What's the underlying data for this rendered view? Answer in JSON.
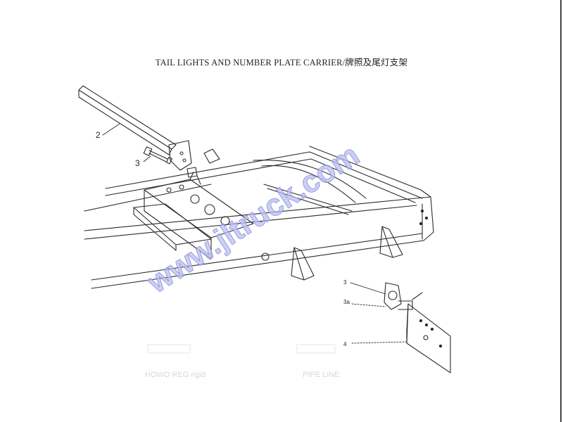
{
  "diagram": {
    "title": "TAIL LIGHTS AND NUMBER PLATE CARRIER/牌照及尾灯支架",
    "callouts": [
      "2",
      "3",
      "3",
      "3a",
      "4"
    ],
    "watermark": "www.jltruck.com",
    "faint_footer_text": [
      "HOWO REG rigid",
      "PIPE LINE"
    ],
    "colors": {
      "line": "#2a2a2a",
      "watermark_fill": "#b9bff0",
      "watermark_outline": "#8a8fd8",
      "faint_text": "#d8d8d8"
    }
  }
}
